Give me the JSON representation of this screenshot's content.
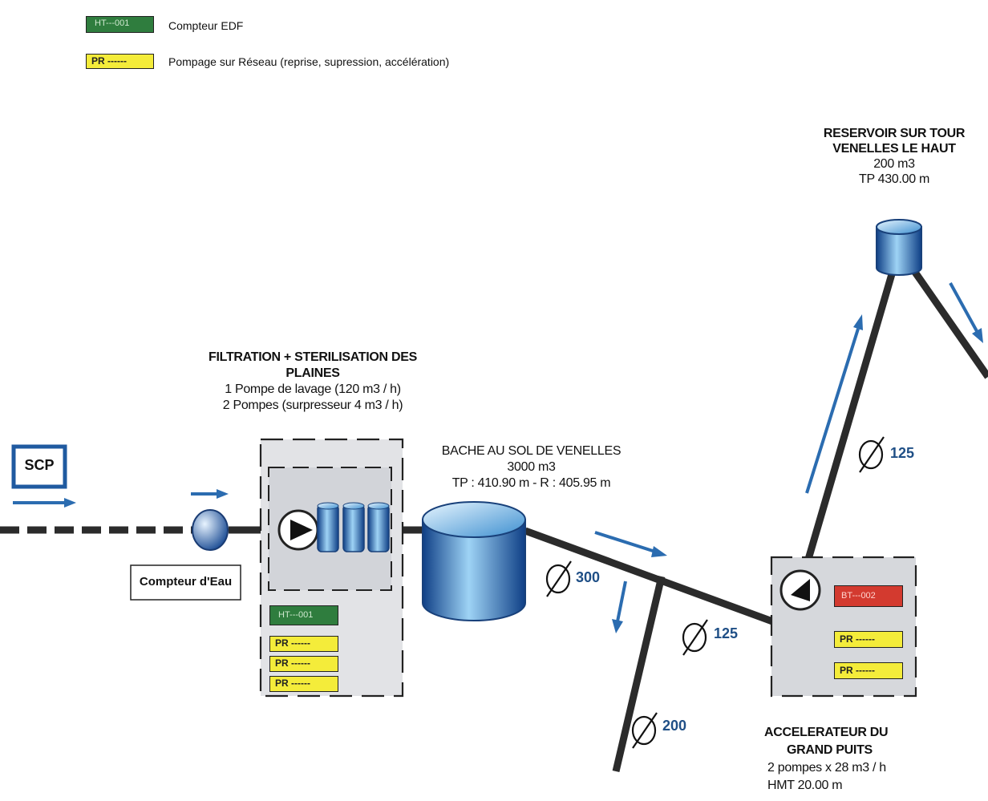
{
  "legend": {
    "edf_tag": "HT---001",
    "edf_label": "Compteur EDF",
    "pump_tag": "PR ------",
    "pump_label": "Pompage sur Réseau (reprise, supression, accélération)"
  },
  "source": {
    "label": "SCP"
  },
  "water_meter": {
    "label": "Compteur d'Eau"
  },
  "filtration": {
    "title_line1": "FILTRATION + STERILISATION DES",
    "title_line2": "PLAINES",
    "line3": "1 Pompe de lavage (120 m3 / h)",
    "line4": "2 Pompes (surpresseur 4 m3 / h)",
    "tags": [
      "HT---001",
      "PR ------",
      "PR ------",
      "PR ------"
    ]
  },
  "bache": {
    "title": "BACHE AU SOL DE VENELLES",
    "volume": "3000 m3",
    "levels": "TP : 410.90 m - R : 405.95 m"
  },
  "reservoir": {
    "title_line1": "RESERVOIR SUR TOUR",
    "title_line2": "VENELLES LE HAUT",
    "volume": "200 m3",
    "level": "TP 430.00 m"
  },
  "accelerateur": {
    "title_line1": "ACCELERATEUR DU",
    "title_line2": "GRAND PUITS",
    "line3": "2 pompes x 28 m3 / h",
    "line4": "HMT 20.00 m",
    "tags": [
      "BT---002",
      "PR ------",
      "PR ------"
    ]
  },
  "diameters": {
    "d300": "300",
    "d125_low": "125",
    "d200": "200",
    "d125_up": "125"
  },
  "colors": {
    "pipe": "#2b2b2b",
    "arrow": "#2b6cb0",
    "box_fill": "#d9dbe0",
    "edf_green": "#2f7d3e",
    "bt_red": "#d33a2f",
    "pr_yellow": "#f4ec3a",
    "scp_blue": "#1f5aa0"
  }
}
